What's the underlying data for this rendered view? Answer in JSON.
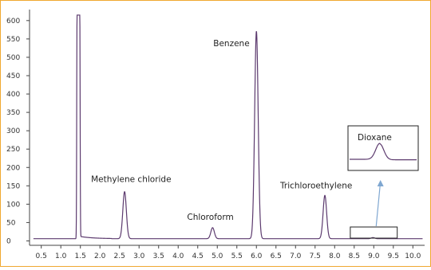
{
  "chart_data": {
    "type": "line",
    "title": "",
    "xlabel": "",
    "ylabel": "",
    "xlim": [
      0.2,
      10.3
    ],
    "ylim": [
      -12,
      630
    ],
    "x_ticks": [
      "0.5",
      "1.0",
      "1.5",
      "2.0",
      "2.5",
      "3.0",
      "3.5",
      "4.0",
      "4.5",
      "5.0",
      "5.5",
      "6.0",
      "6.5",
      "7.0",
      "7.5",
      "8.0",
      "8.5",
      "9.0",
      "9.5",
      "10.0"
    ],
    "y_ticks": [
      "0",
      "50",
      "100",
      "150",
      "200",
      "250",
      "300",
      "350",
      "400",
      "450",
      "500",
      "550",
      "600"
    ],
    "grid": false,
    "baseline": 6,
    "peaks": [
      {
        "name": "",
        "x": 1.45,
        "height": 615,
        "shape": "solvent"
      },
      {
        "name": "Methylene chloride",
        "x": 2.63,
        "height": 128
      },
      {
        "name": "Chloroform",
        "x": 4.88,
        "height": 30
      },
      {
        "name": "Benzene",
        "x": 6.0,
        "height": 565
      },
      {
        "name": "Trichloroethylene",
        "x": 7.75,
        "height": 118
      },
      {
        "name": "Dioxane",
        "x": 8.98,
        "height": 3
      }
    ],
    "inset": {
      "label": "Dioxane",
      "source_x_range": [
        8.4,
        9.6
      ]
    },
    "colors": {
      "frame": "#f0a830",
      "trace": "#5c3a6e",
      "inset_arrow": "#7fa7d1"
    }
  }
}
